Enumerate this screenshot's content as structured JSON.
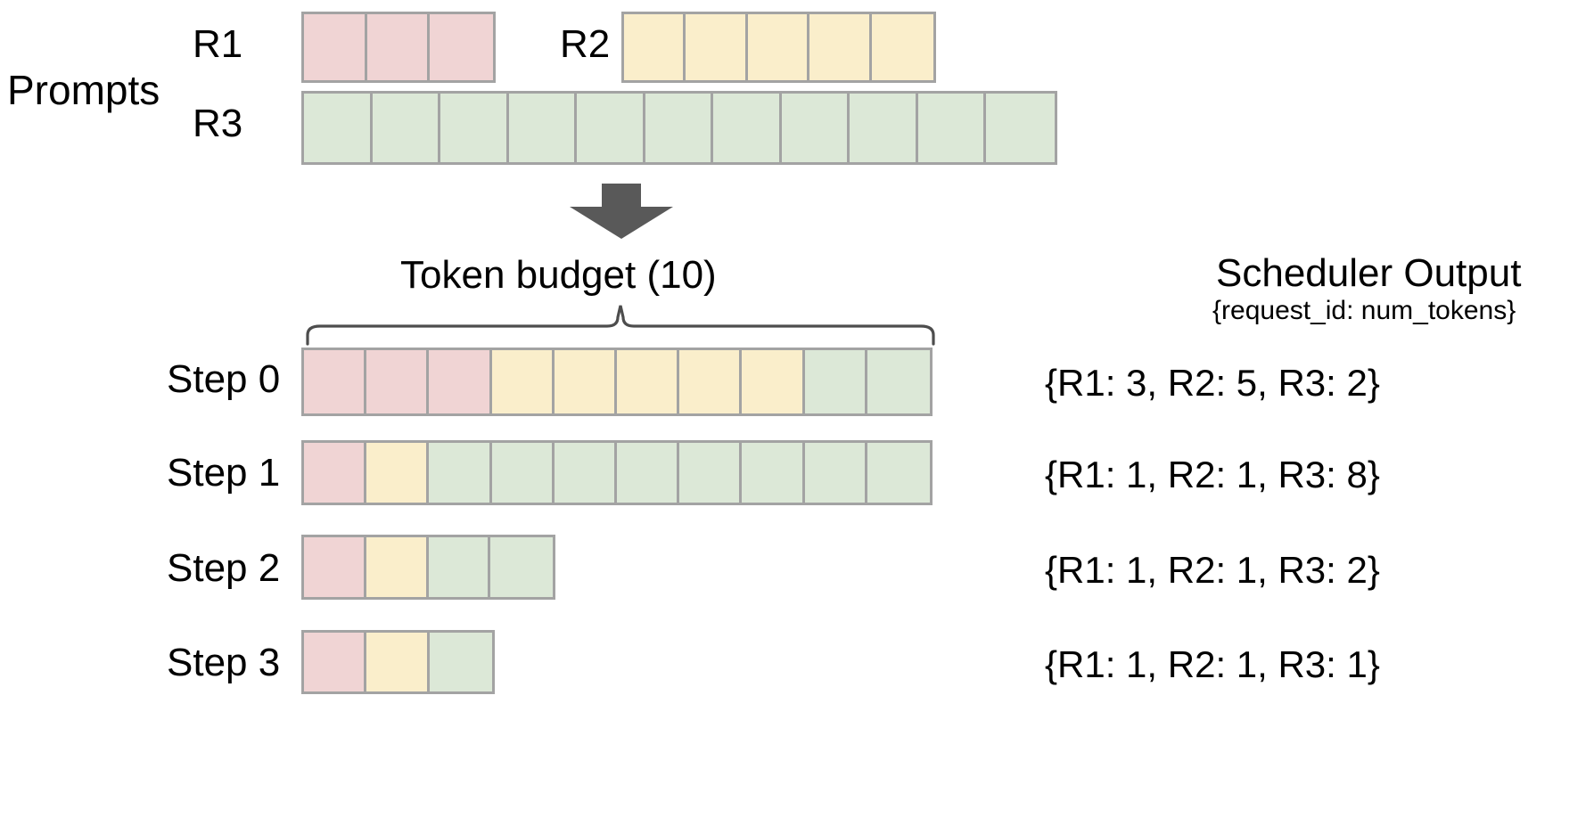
{
  "diagram": {
    "title_prompts": "Prompts",
    "token_budget_label": "Token  budget (10)",
    "scheduler_title": "Scheduler Output",
    "scheduler_subtitle": "{request_id: num_tokens}",
    "colors": {
      "r1": "#f0d4d4",
      "r2": "#faeecb",
      "r3": "#dce8d7",
      "cell_border": "#a3a3a3",
      "arrow": "#595959",
      "brace": "#4d4d4d",
      "text": "#000000",
      "background": "#ffffff"
    },
    "prompts": [
      {
        "id": "R1",
        "label": "R1",
        "tokens": 3,
        "color_key": "r1"
      },
      {
        "id": "R2",
        "label": "R2",
        "tokens": 5,
        "color_key": "r2"
      },
      {
        "id": "R3",
        "label": "R3",
        "tokens": 11,
        "color_key": "r3"
      }
    ],
    "token_budget": 10,
    "steps": [
      {
        "label": "Step 0",
        "segments": [
          {
            "request": "R1",
            "count": 3,
            "color_key": "r1"
          },
          {
            "request": "R2",
            "count": 5,
            "color_key": "r2"
          },
          {
            "request": "R3",
            "count": 2,
            "color_key": "r3"
          }
        ],
        "output": "{R1: 3, R2: 5, R3: 2}"
      },
      {
        "label": "Step 1",
        "segments": [
          {
            "request": "R1",
            "count": 1,
            "color_key": "r1"
          },
          {
            "request": "R2",
            "count": 1,
            "color_key": "r2"
          },
          {
            "request": "R3",
            "count": 8,
            "color_key": "r3"
          }
        ],
        "output": "{R1: 1, R2: 1, R3: 8}"
      },
      {
        "label": "Step 2",
        "segments": [
          {
            "request": "R1",
            "count": 1,
            "color_key": "r1"
          },
          {
            "request": "R2",
            "count": 1,
            "color_key": "r2"
          },
          {
            "request": "R3",
            "count": 2,
            "color_key": "r3"
          }
        ],
        "output": "{R1: 1, R2: 1, R3: 2}"
      },
      {
        "label": "Step 3",
        "segments": [
          {
            "request": "R1",
            "count": 1,
            "color_key": "r1"
          },
          {
            "request": "R2",
            "count": 1,
            "color_key": "r2"
          },
          {
            "request": "R3",
            "count": 1,
            "color_key": "r3"
          }
        ],
        "output": "{R1: 1, R2: 1, R3: 1}"
      }
    ]
  }
}
